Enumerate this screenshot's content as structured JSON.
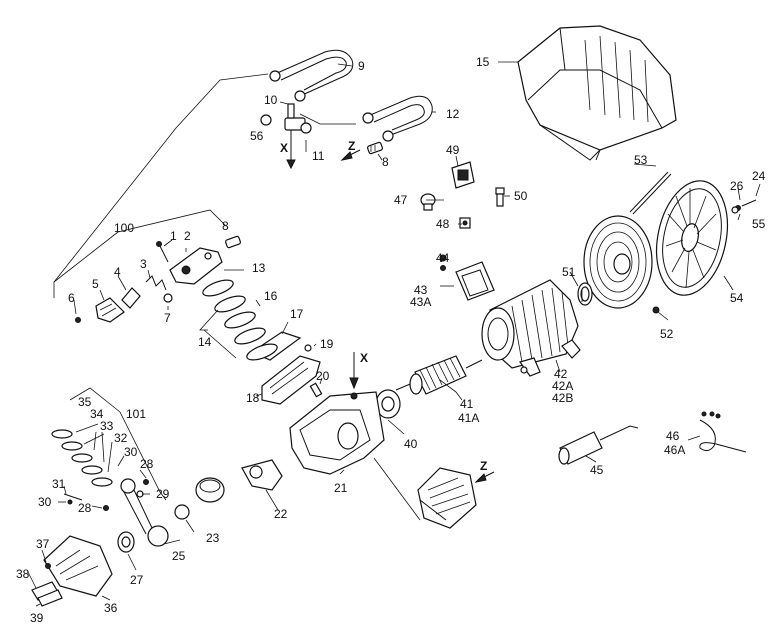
{
  "title": "Compressor exploded parts diagram",
  "callouts": {
    "c1": "1",
    "c2": "2",
    "c3": "3",
    "c4": "4",
    "c5": "5",
    "c6": "6",
    "c7": "7",
    "c8a": "8",
    "c8b": "8",
    "c9": "9",
    "c10": "10",
    "c11": "11",
    "c12": "12",
    "c13": "13",
    "c14": "14",
    "c15": "15",
    "c16": "16",
    "c17": "17",
    "c18": "18",
    "c19": "19",
    "c20": "20",
    "c21": "21",
    "c22": "22",
    "c23": "23",
    "c24": "24",
    "c25": "25",
    "c26": "26",
    "c27": "27",
    "c28a": "28",
    "c28b": "28",
    "c29": "29",
    "c30a": "30",
    "c30b": "30",
    "c31": "31",
    "c32": "32",
    "c33": "33",
    "c34": "34",
    "c35": "35",
    "c36": "36",
    "c37": "37",
    "c38": "38",
    "c39": "39",
    "c40": "40",
    "c41": "41",
    "c41a": "41A",
    "c42": "42",
    "c42a": "42A",
    "c42b": "42B",
    "c43": "43",
    "c43a": "43A",
    "c44": "44",
    "c45": "45",
    "c46": "46",
    "c46a": "46A",
    "c47": "47",
    "c48": "48",
    "c49": "49",
    "c50": "50",
    "c51": "51",
    "c52": "52",
    "c53": "53",
    "c54": "54",
    "c55": "55",
    "c56": "56",
    "c100": "100",
    "c101": "101"
  },
  "markers": {
    "x1": "X",
    "x2": "X",
    "z1": "Z",
    "z2": "Z"
  }
}
